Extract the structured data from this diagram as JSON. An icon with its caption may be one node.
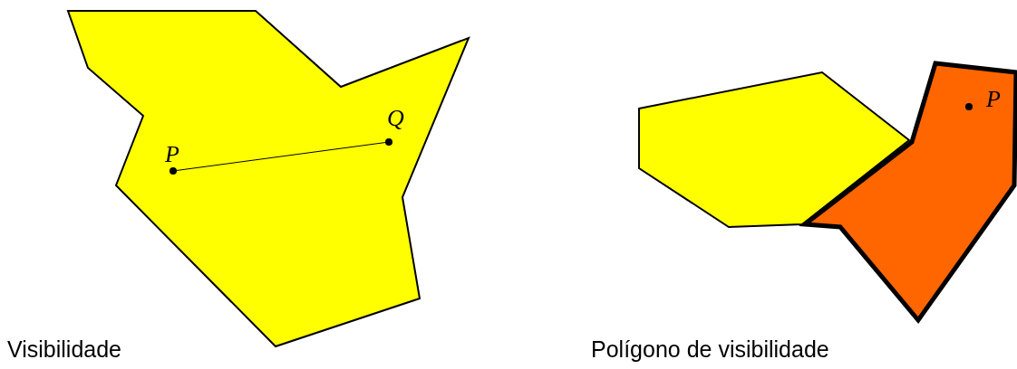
{
  "diagram": {
    "nodes": [
      {
        "text": [
          "P"
        ]
      },
      {
        "text": [
          "Q"
        ]
      },
      {
        "text": [
          "P"
        ]
      }
    ],
    "edges": [
      {
        "from": 0,
        "to": 1,
        "arrow": "none"
      }
    ],
    "labels": [
      "Visibilidade",
      "Polígono de visibilidade"
    ]
  }
}
